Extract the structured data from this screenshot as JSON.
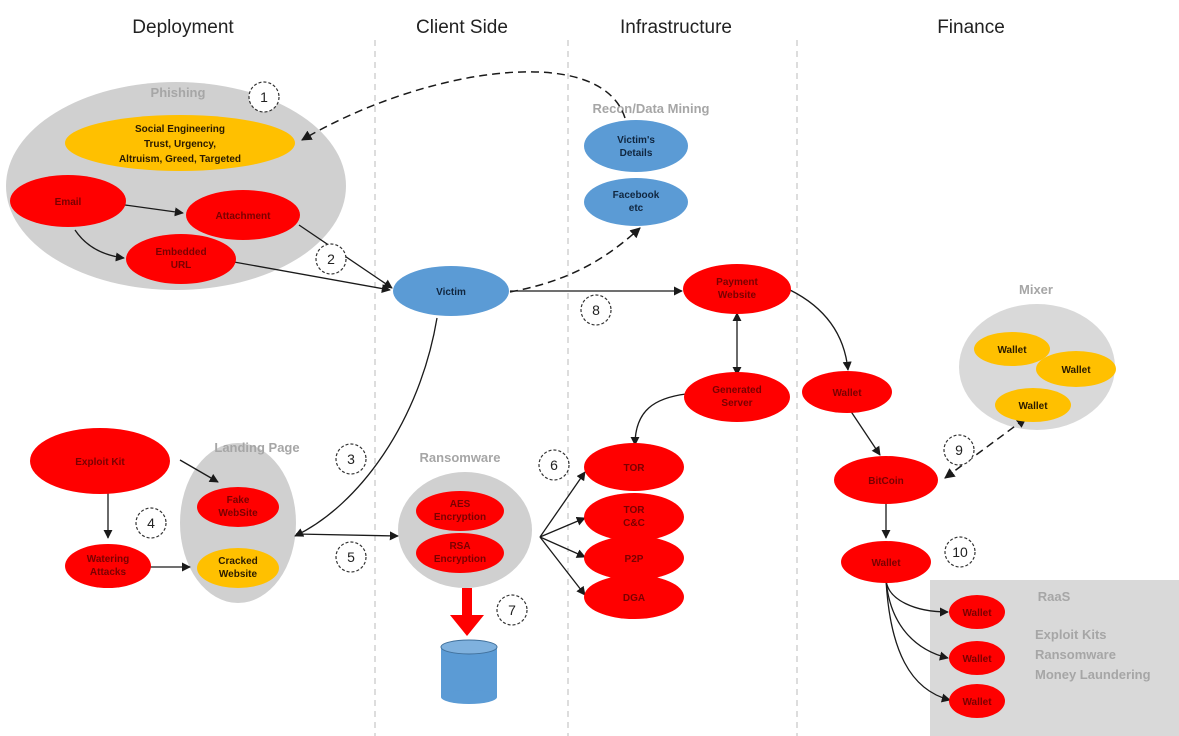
{
  "columns": {
    "deployment": "Deployment",
    "client_side": "Client Side",
    "infrastructure": "Infrastructure",
    "finance": "Finance"
  },
  "groups": {
    "phishing": "Phishing",
    "recon": "Recon/Data Mining",
    "landing_page": "Landing Page",
    "ransomware": "Ransomware",
    "mixer": "Mixer",
    "raas": "RaaS"
  },
  "nodes": {
    "social_engineering": [
      "Social Engineering",
      "Trust, Urgency,",
      "Altruism, Greed, Targeted"
    ],
    "email": "Email",
    "attachment": "Attachment",
    "embedded_url": [
      "Embedded",
      "URL"
    ],
    "victim": "Victim",
    "victims_details": [
      "Victim's",
      "Details"
    ],
    "facebook": [
      "Facebook",
      "etc"
    ],
    "payment_website": [
      "Payment",
      "Website"
    ],
    "generated_server": [
      "Generated",
      "Server"
    ],
    "exploit_kit": "Exploit Kit",
    "fake_website": [
      "Fake",
      "WebSite"
    ],
    "cracked_website": [
      "Cracked",
      "Website"
    ],
    "watering_attacks": [
      "Watering",
      "Attacks"
    ],
    "aes_encryption": [
      "AES",
      "Encryption"
    ],
    "rsa_encryption": [
      "RSA",
      "Encryption"
    ],
    "tor": "TOR",
    "tor_cc": [
      "TOR",
      "C&C"
    ],
    "p2p": "P2P",
    "dga": "DGA",
    "wallet_finance": "Wallet",
    "bitcoin": "BitCoin",
    "wallet_finance2": "Wallet",
    "mixer_wallets": [
      "Wallet",
      "Wallet",
      "Wallet"
    ],
    "raas_wallets": [
      "Wallet",
      "Wallet",
      "Wallet"
    ]
  },
  "raas_items": [
    "Exploit Kits",
    "Ransomware",
    "Money Laundering"
  ],
  "step_numbers": [
    "1",
    "2",
    "3",
    "4",
    "5",
    "6",
    "7",
    "8",
    "9",
    "10"
  ],
  "colors": {
    "red": "#ff0000",
    "gold": "#ffc000",
    "blue": "#5b9bd5",
    "group_gray": "#d0d0d0"
  }
}
